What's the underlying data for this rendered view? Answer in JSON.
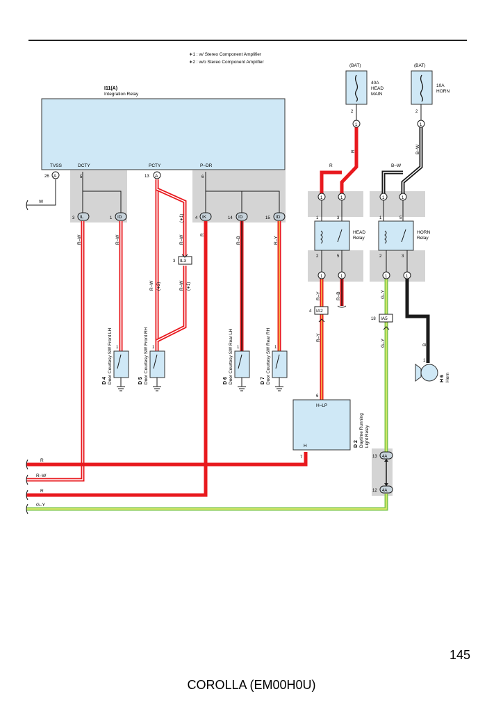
{
  "colors": {
    "red": "#e8191e",
    "black": "#1a1a1a",
    "green": "#7ec74e",
    "orange": "#f4a445",
    "white_wire": "#ffffff",
    "box_fill": "#cfe8f6",
    "shade": "#d4d4d4",
    "connector_fill": "#c8d4dc"
  },
  "notes": {
    "n1": "∗1 : w/ Stereo Component Amplifier",
    "n2": "∗2 : w/o Stereo Component Amplifier"
  },
  "relay": {
    "code": "I11(A)",
    "name": "Integration Relay",
    "pins": {
      "tvss": "TVSS",
      "dcty": "DCTY",
      "pcty": "PCTY",
      "pdr": "P–DR"
    },
    "tvss_num": "26",
    "dcty_num": "5",
    "pcty_num": "13",
    "pdr_num": "6"
  },
  "connector_letter": "A",
  "connectors": {
    "il": "IL",
    "id": "ID",
    "ik": "IK",
    "il3": "IL3",
    "ia2": "IA2",
    "ia5": "IA5",
    "c4a": "4A",
    "c1": "1"
  },
  "pin_numbers": {
    "il": "3",
    "id_front": "1",
    "ik": "4",
    "id_rear_lh": "14",
    "id_rear_rh": "15",
    "il3": "3",
    "ia2": "4",
    "ia5": "18",
    "c4a_top": "13",
    "c4a_bot": "12",
    "head_fuse": "2",
    "horn_fuse": "2",
    "head_r1": "1",
    "head_r3": "3",
    "head_r2": "2",
    "head_r5": "5",
    "horn_r1": "1",
    "horn_r5": "5",
    "horn_r2": "2",
    "horn_r3": "3",
    "sw_pin": "1",
    "drl_top": "6",
    "drl_bot": "7",
    "horn_pin": "1"
  },
  "wires": {
    "w": "W",
    "r": "R",
    "rw": "R–W",
    "rb": "R–B",
    "ry": "R–Y",
    "bw": "B–W",
    "gy": "G–Y",
    "b": "B",
    "star1": "(∗1)",
    "star2": "(∗2)"
  },
  "fuses": {
    "head": {
      "source": "(BAT)",
      "rating": "40A",
      "line2": "HEAD",
      "line3": "MAIN"
    },
    "horn": {
      "source": "(BAT)",
      "rating": "10A",
      "line2": "HORN"
    }
  },
  "relays": {
    "head": {
      "line1": "HEAD",
      "line2": "Relay"
    },
    "horn": {
      "line1": "HORN",
      "line2": "Relay"
    }
  },
  "switches": {
    "d4": {
      "code": "D 4",
      "name": "Door Courtesy SW Front LH"
    },
    "d5": {
      "code": "D 5",
      "name": "Door Courtesy SW Front RH"
    },
    "d6": {
      "code": "D 6",
      "name": "Door Courtesy SW Rear LH"
    },
    "d7": {
      "code": "D 7",
      "name": "Door Courtesy SW Rear RH"
    }
  },
  "drl": {
    "code": "D 2",
    "line1": "Daytime Running",
    "line2": "Light Relay",
    "pin_hlp": "H–LP",
    "pin_h": "H"
  },
  "horn": {
    "code": "H 6",
    "name": "Horn"
  },
  "footer": {
    "page": "145",
    "model": "COROLLA (EM00H0U)"
  }
}
